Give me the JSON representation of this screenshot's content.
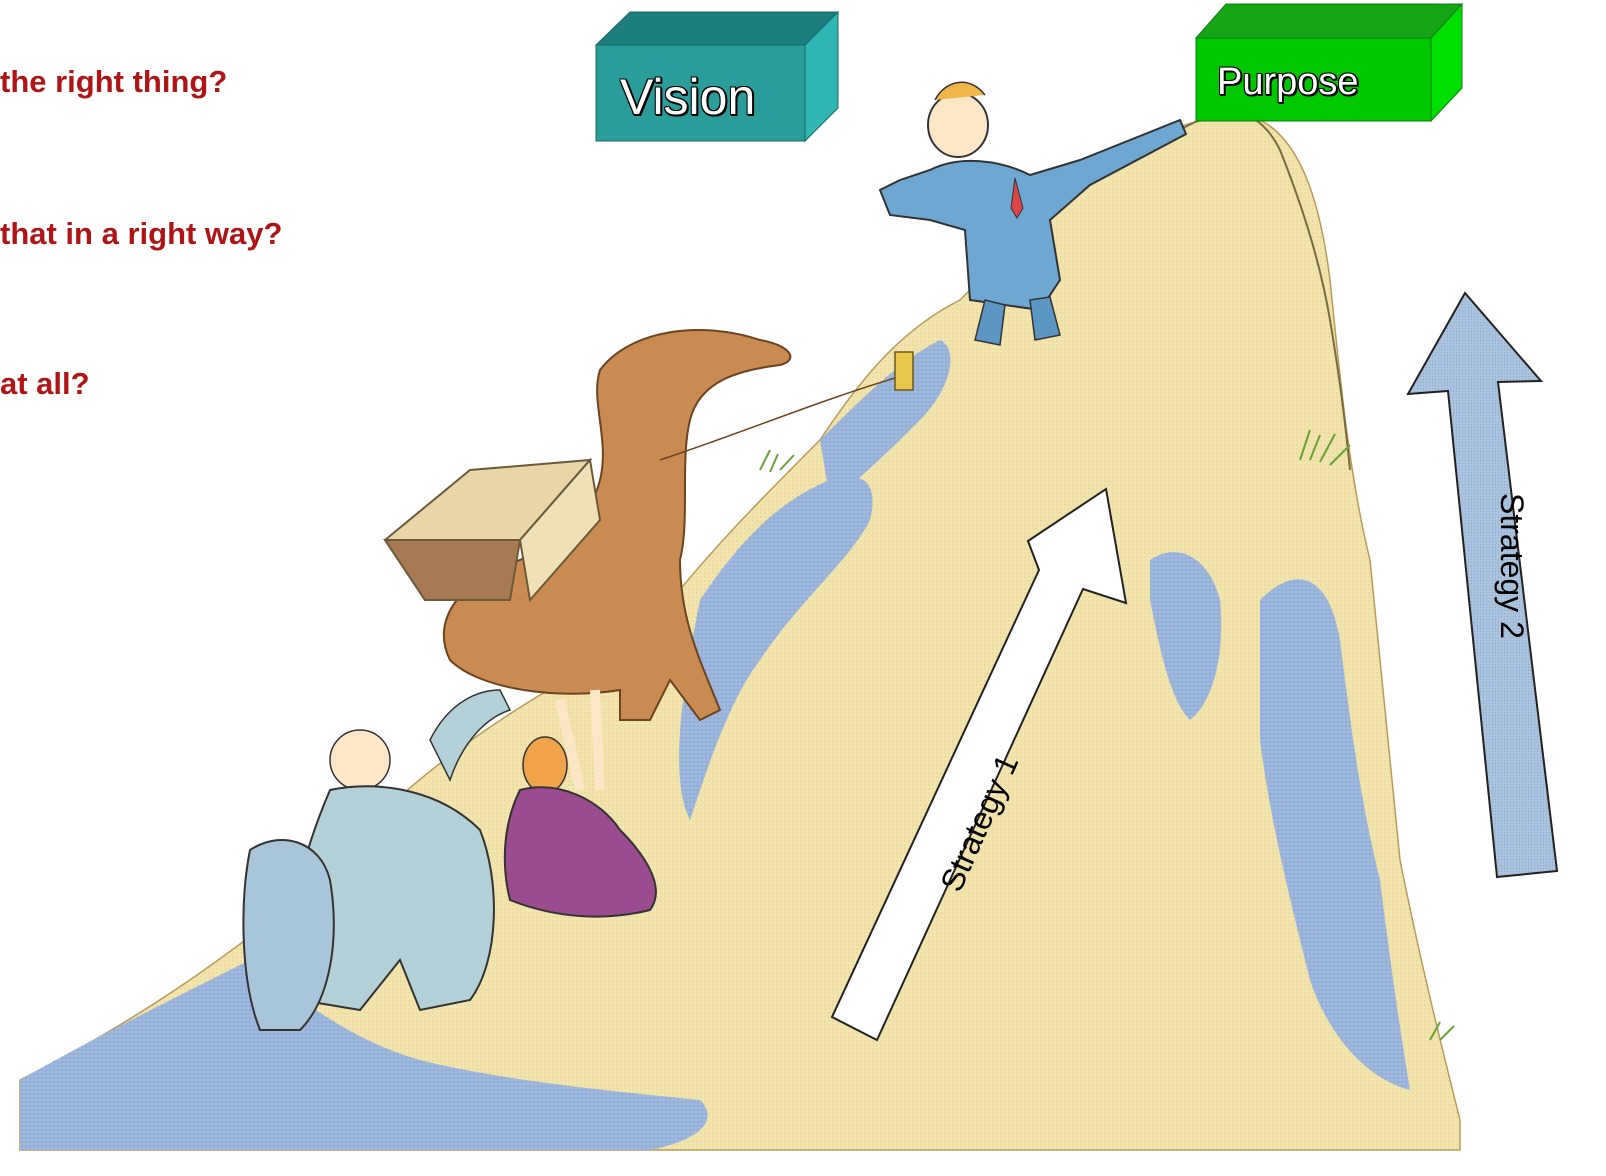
{
  "questions": [
    "the right thing?",
    "that in a right way?",
    "at all?"
  ],
  "boxes": {
    "vision": {
      "label": "Vision",
      "front_color": "#2a9d9a",
      "top_color": "#1e7e7c",
      "side_color": "#2fb6b2"
    },
    "purpose": {
      "label": "Purpose",
      "front_color": "#00c800",
      "top_color": "#16a516",
      "side_color": "#00e000"
    }
  },
  "arrows": {
    "strategy1": {
      "label": "Strategy 1",
      "fill": "#ffffff"
    },
    "strategy2": {
      "label": "Strategy  2",
      "fill": "#a9c1dd"
    }
  },
  "illustration": {
    "mountain_color": "#f4e6b0",
    "rock_color": "#8eaed6",
    "camel_color": "#c98b52",
    "manager_suit_color": "#6ea8d2",
    "woman_dress_color": "#9a4c8e",
    "men_clothes_color": "#b3d1d6"
  }
}
